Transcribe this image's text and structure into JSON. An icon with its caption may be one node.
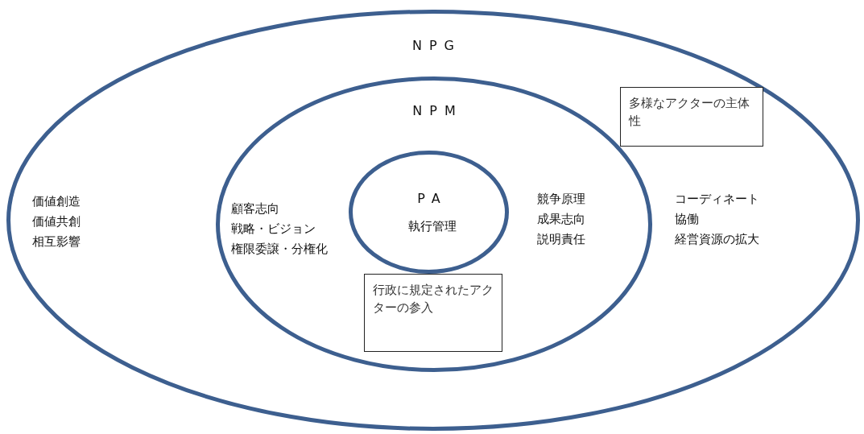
{
  "diagram": {
    "nodes": [
      {
        "text": [
          "NPG",
          "価値創造",
          "価値共創",
          "相互影響",
          "コーディネート",
          "協働",
          "経営資源の拡大"
        ]
      },
      {
        "text": [
          "NPM",
          "顧客志向",
          "戦略・ビジョン",
          "権限委譲・分権化",
          "競争原理",
          "成果志向",
          "説明責任"
        ],
        "in": 0
      },
      {
        "text": [
          "PA",
          "執行管理"
        ],
        "in": 1
      },
      {
        "text": [
          "多様なアクターの主体性"
        ],
        "in": 0
      },
      {
        "text": [
          "行政に規定されたアクターの参入"
        ],
        "in": 1
      }
    ]
  }
}
